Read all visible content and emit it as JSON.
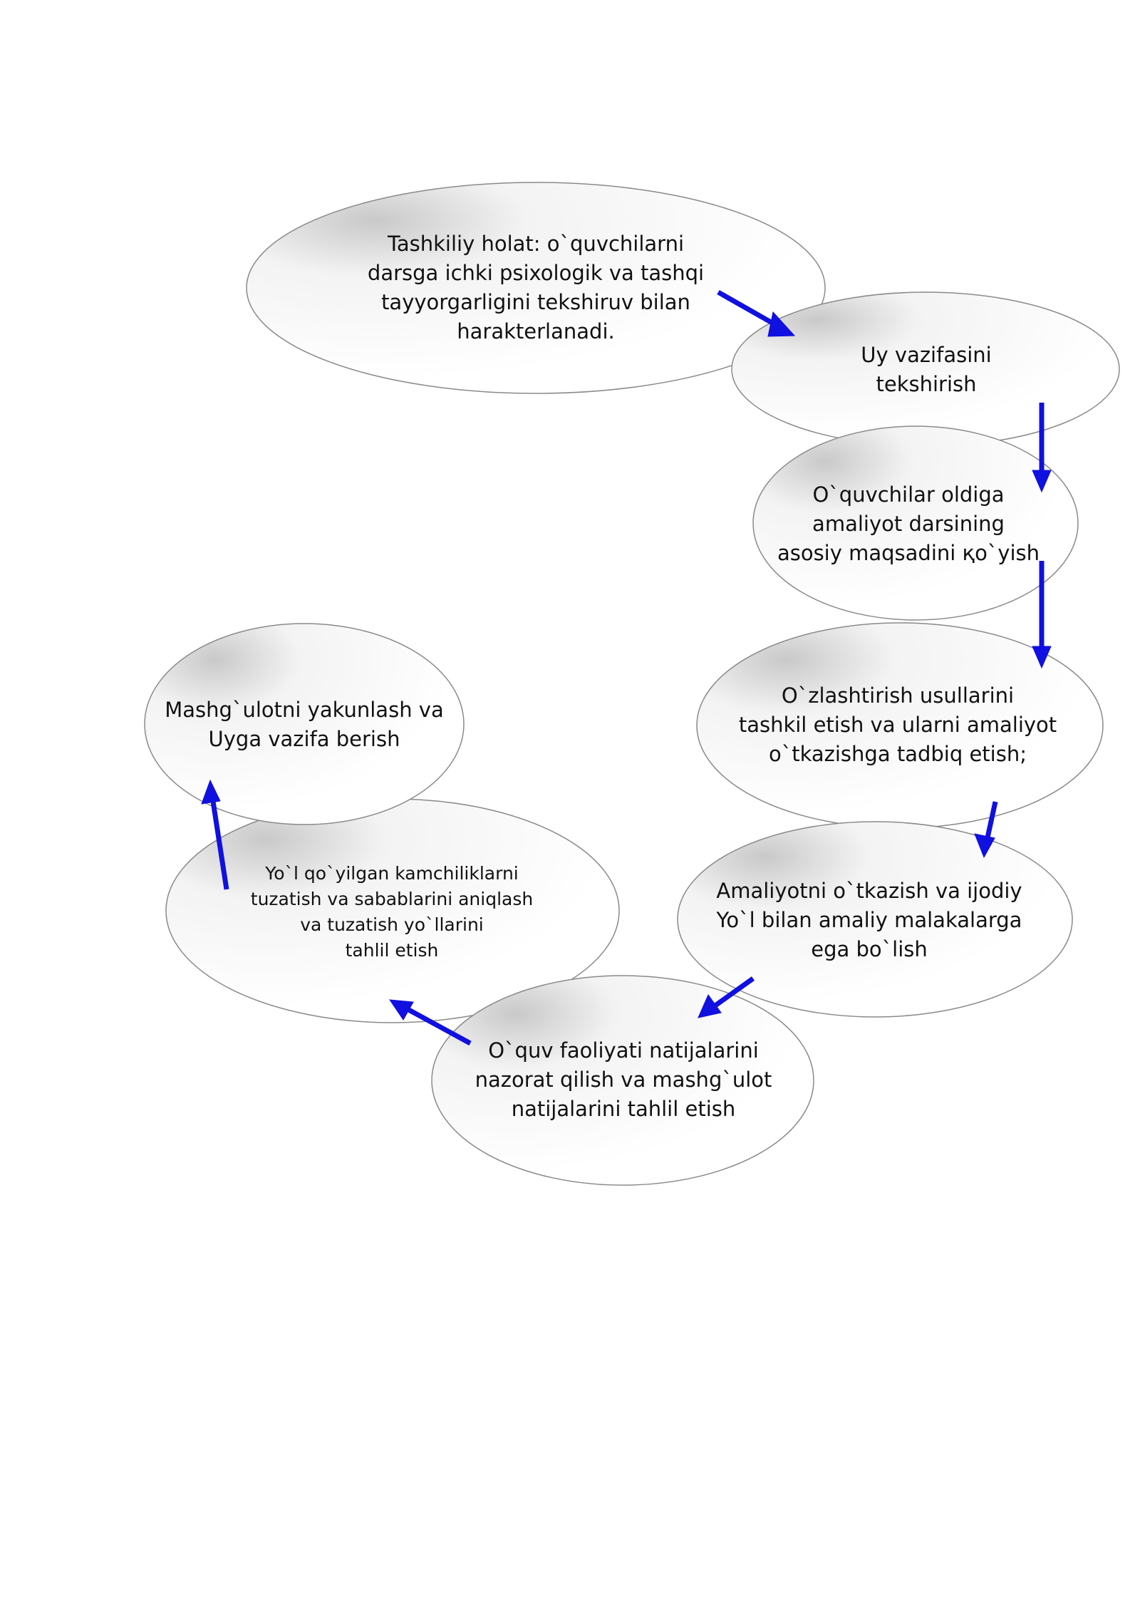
{
  "colors": {
    "arrow": "#1010e0",
    "ellipse_stroke": "#8a8a8a",
    "ellipse_shade": "#c9c9c9",
    "ellipse_fill": "#ffffff"
  },
  "nodes": {
    "tashkiliy_holat": "Tashkiliy holat: o`quvchilarni\ndarsga ichki psixologik va tashqi\ntayyorgarligini tekshiruv bilan\nharakterlanadi.",
    "uy_vazifasi": "Uy vazifasini\ntekshirish",
    "maqsad": "O`quvchilar oldiga\namaliyot  darsining\nasosiy maqsadini қo`yish",
    "ozlashtirish": "O`zlashtirish usullarini\ntashkil etish va ularni amaliyot\no`tkazishga tadbiq etish;",
    "amaliyot": "Amaliyotni o`tkazish va ijodiy\nYo`l bilan amaliy malakalarga\nega bo`lish",
    "nazorat": "O`quv faoliyati natijalarini\nnazorat qilish va mashg`ulot\nnatijalarini tahlil etish",
    "kamchilik": "Yo`l qo`yilgan kamchiliklarni\ntuzatish va sabablarini aniqlash\nva tuzatish yo`llarini\ntahlil etish",
    "yakunlash": "Mashg`ulotni yakunlash va\nUyga vazifa berish"
  },
  "arrows": [
    {
      "from": "tashkiliy_holat",
      "to": "uy_vazifasi"
    },
    {
      "from": "uy_vazifasi",
      "to": "maqsad"
    },
    {
      "from": "maqsad",
      "to": "ozlashtirish"
    },
    {
      "from": "ozlashtirish",
      "to": "amaliyot"
    },
    {
      "from": "amaliyot",
      "to": "nazorat"
    },
    {
      "from": "nazorat",
      "to": "kamchilik"
    },
    {
      "from": "kamchilik",
      "to": "yakunlash"
    }
  ]
}
